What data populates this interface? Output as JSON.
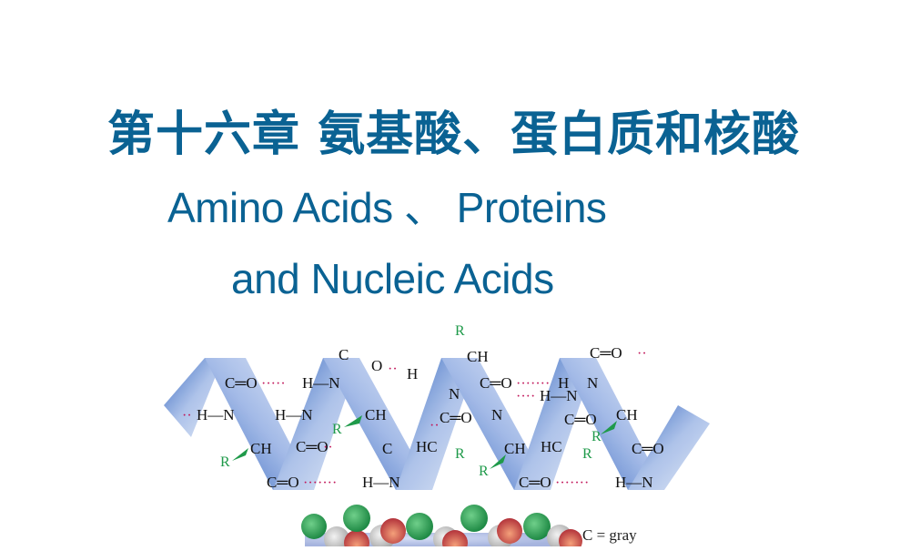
{
  "slide": {
    "title_zh": "第十六章  氨基酸、蛋白质和核酸",
    "title_en_line1": "Amino Acids 、 Proteins",
    "title_en_line2": "and Nucleic Acids",
    "title_color": "#0a6293"
  },
  "figure": {
    "description": "alpha-helix protein backbone diagram with hydrogen bonds",
    "ribbon_color": "#4a78c8",
    "hbond_color": "#c2185b",
    "r_group_color": "#1f9a4a",
    "atoms": {
      "c_eq_o": "C═O",
      "h_n": "H—N",
      "ch": "CH",
      "hc": "HC",
      "r": "R",
      "c": "C",
      "o": "O",
      "n": "N",
      "h": "H"
    },
    "legend": "C = gray"
  }
}
